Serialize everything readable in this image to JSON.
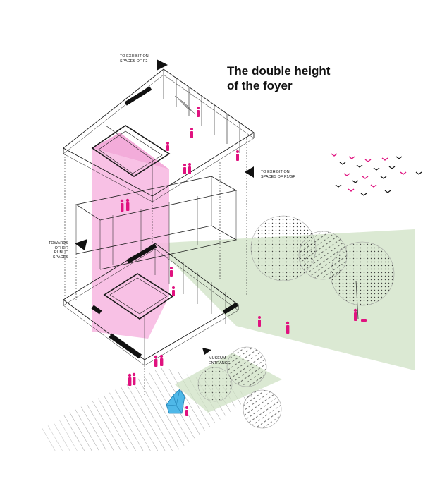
{
  "title": {
    "line1": "The double height",
    "line2": "of the foyer"
  },
  "labels": {
    "exhibition_f2": [
      "TO EXHIBITION",
      "SPACES OF F2"
    ],
    "exhibition_f1gf": [
      "TO EXHIBITION",
      "SPACES OF F1/GF"
    ],
    "public_spaces": [
      "TOWARDS",
      "OTHER",
      "PUBLIC SPACES"
    ],
    "museum_entrance": [
      "MUSEUM",
      "ENTRANCE"
    ]
  },
  "colors": {
    "accent_magenta": "#e0127f",
    "void_pink": "#f7b6e0",
    "view_green": "#cfe2c4",
    "sculpture_blue": "#4fb8e8",
    "line": "#1a1a1a"
  },
  "icons": [
    "arrow-icon",
    "person-icon",
    "bird-icon",
    "tree-icon",
    "sculpture-icon"
  ]
}
